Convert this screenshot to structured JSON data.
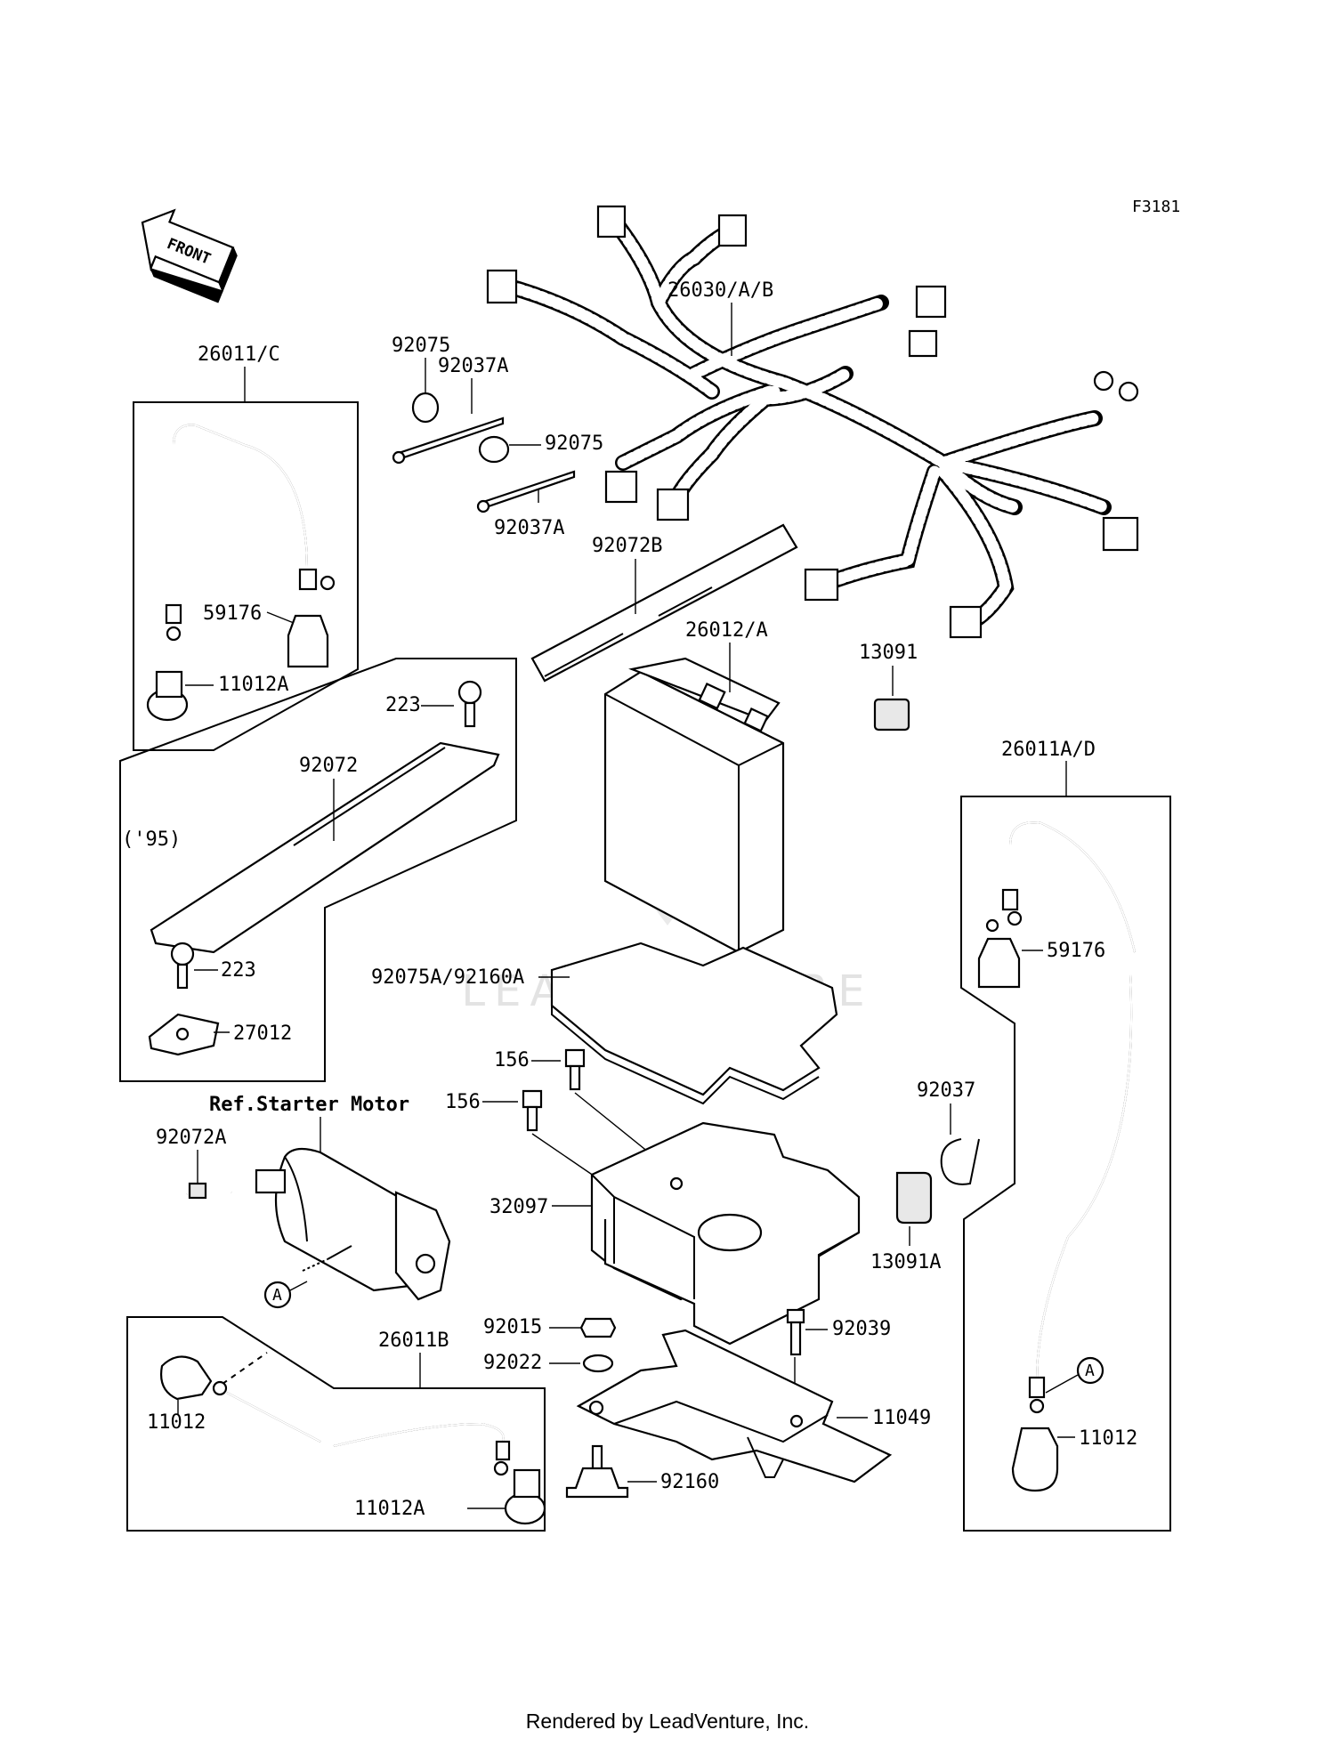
{
  "diagram_code": "F3181",
  "front_label": "FRONT",
  "footer": "Rendered by LeadVenture, Inc.",
  "watermark": "LEADVENTURE",
  "parts": {
    "p26030": "26030/A/B",
    "p26011c": "26011/C",
    "p92075a": "92075",
    "p92037a1": "92037A",
    "p92075b": "92075",
    "p92037a2": "92037A",
    "p92072b": "92072B",
    "p59176a": "59176",
    "p11012a1": "11012A",
    "p223a": "223",
    "p92072": "92072",
    "p95": "('95)",
    "p223b": "223",
    "p27012": "27012",
    "p26012": "26012/A",
    "p13091": "13091",
    "p26011ad": "26011A/D",
    "p59176b": "59176",
    "p92075a92160a": "92075A/92160A",
    "p156a": "156",
    "p156b": "156",
    "p32097": "32097",
    "p92037": "92037",
    "p13091a": "13091A",
    "refstarter": "Ref.Starter Motor",
    "p92072a": "92072A",
    "markA1": "A",
    "p26011b": "26011B",
    "p11012": "11012",
    "p11012a2": "11012A",
    "p92015": "92015",
    "p92022": "92022",
    "p92039": "92039",
    "p11049": "11049",
    "p92160": "92160",
    "markA2": "A",
    "p11012b": "11012"
  }
}
